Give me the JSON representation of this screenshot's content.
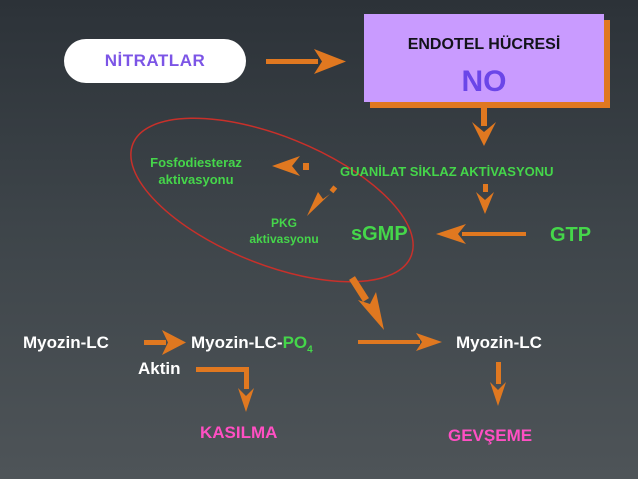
{
  "diagram": {
    "nitratlar": "NİTRATLAR",
    "endotel_title": "ENDOTEL HÜCRESİ",
    "no": "NO",
    "fosfodiesteraz_line1": "Fosfodiesteraz",
    "fosfodiesteraz_line2": "aktivasyonu",
    "guanilat": "GUANİLAT SİKLAZ AKTİVASYONU",
    "pkg_line1": "PKG",
    "pkg_line2": "aktivasyonu",
    "sgmp": "sGMP",
    "gtp": "GTP",
    "myozin_lc_left": "Myozin-LC",
    "aktin": "Aktin",
    "myozin_lc_prefix": "Myozin-LC-",
    "po4": "PO",
    "po4_sub": "4",
    "myozin_lc_right": "Myozin-LC",
    "kasilma": "KASILMA",
    "gevseme": "GEVŞEME"
  },
  "colors": {
    "background": "#3a4046",
    "arrow": "#e07820",
    "green_text": "#45d64a",
    "pink_text": "#ff4fc3",
    "box": "#c99bff",
    "no_text": "#6b46e8",
    "ellipse": "#c8302a"
  }
}
